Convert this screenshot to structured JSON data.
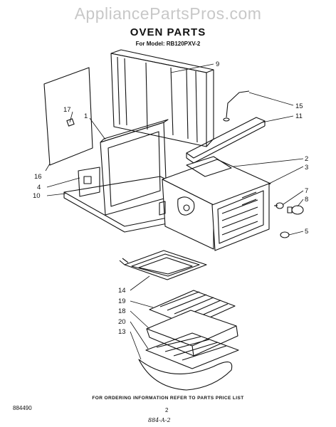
{
  "watermark": "AppliancePartsPros.com",
  "title": "OVEN PARTS",
  "subtitle": "For Model: RB120PXV-2",
  "callouts": {
    "c1": "1",
    "c2": "2",
    "c3": "3",
    "c4": "4",
    "c5": "5",
    "c7": "7",
    "c8": "8",
    "c9": "9",
    "c10": "10",
    "c11": "11",
    "c13": "13",
    "c14": "14",
    "c15": "15",
    "c16": "16",
    "c17": "17",
    "c18": "18",
    "c19": "19",
    "c20": "20"
  },
  "footer": {
    "ordering_note": "FOR ORDERING INFORMATION REFER TO PARTS PRICE LIST",
    "code": "884490",
    "page": "2",
    "handwritten": "884-A-2"
  }
}
